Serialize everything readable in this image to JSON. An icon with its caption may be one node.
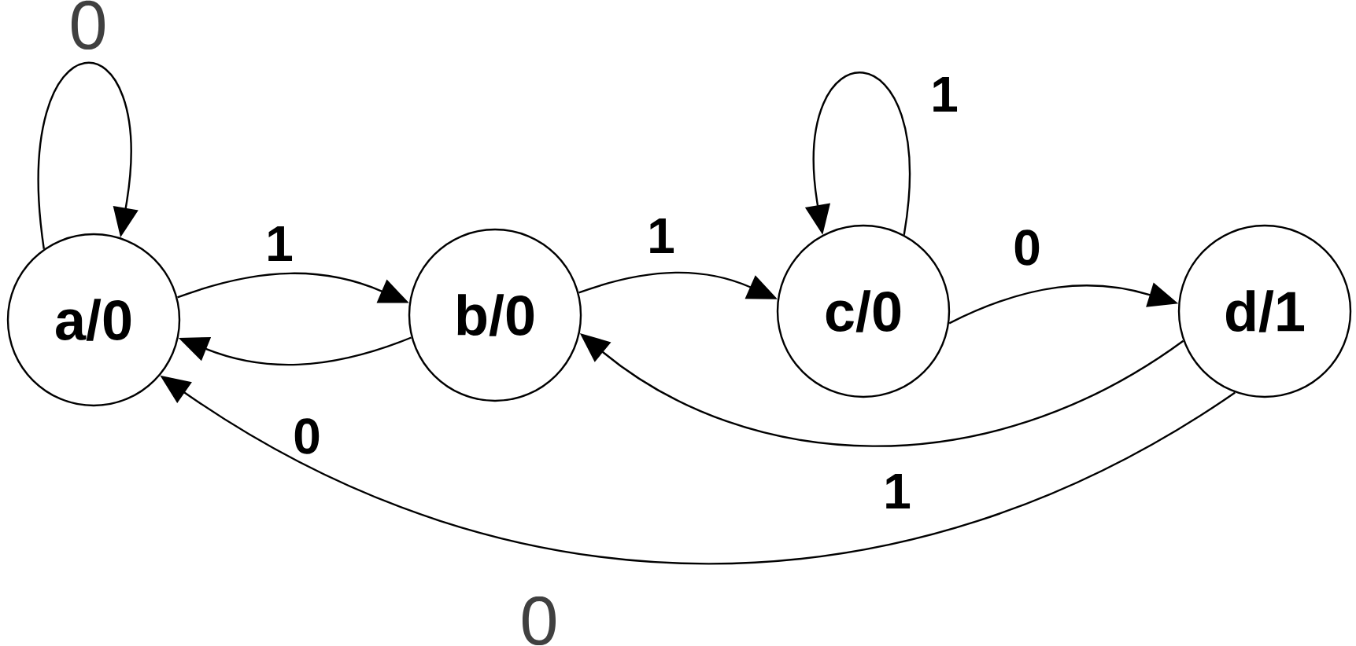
{
  "diagram": {
    "nodes": [
      {
        "text": [
          "a/0"
        ]
      },
      {
        "text": [
          "b/0"
        ]
      },
      {
        "text": [
          "c/0"
        ]
      },
      {
        "text": [
          "d/1"
        ]
      }
    ],
    "edges": [
      {
        "from": 0,
        "to": 0,
        "arrow": "to",
        "label": "0"
      },
      {
        "from": 0,
        "to": 1,
        "arrow": "to",
        "label": "1"
      },
      {
        "from": 1,
        "to": 0,
        "arrow": "to",
        "label": "0"
      },
      {
        "from": 1,
        "to": 2,
        "arrow": "to",
        "label": "1"
      },
      {
        "from": 2,
        "to": 2,
        "arrow": "to",
        "label": "1"
      },
      {
        "from": 2,
        "to": 3,
        "arrow": "to",
        "label": "0"
      },
      {
        "from": 3,
        "to": 1,
        "arrow": "to",
        "label": "1"
      },
      {
        "from": 3,
        "to": 0,
        "arrow": "to",
        "label": "0"
      }
    ]
  }
}
